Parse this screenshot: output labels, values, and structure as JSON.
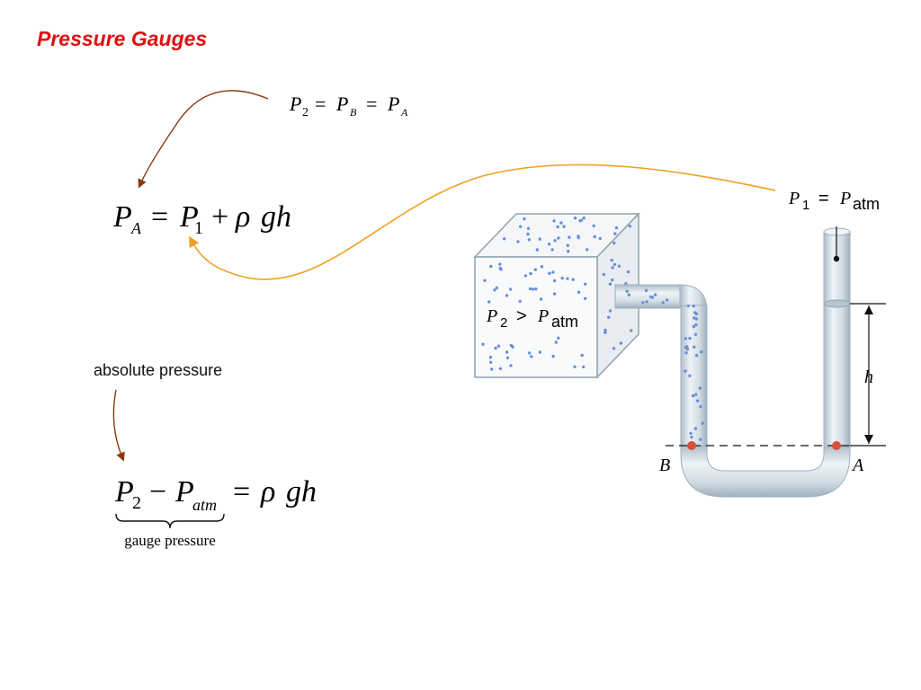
{
  "slide": {
    "title": "Pressure Gauges",
    "absolute_label": "absolute pressure",
    "gauge_label": "gauge pressure"
  },
  "eq_top": {
    "p": "P",
    "sub2": "2",
    "eq": "=",
    "pb": "P",
    "subB": "B",
    "pa": "P",
    "subA": "A"
  },
  "eq_main": {
    "pa": "P",
    "subA": "A",
    "eq": "=",
    "p1": "P",
    "sub1": "1",
    "plus": "+",
    "rho": "ρ",
    "gh": "gh"
  },
  "eq_gauge": {
    "p2": "P",
    "sub2": "2",
    "minus": "−",
    "patm": "P",
    "subatm": "atm",
    "eq": "=",
    "rho": "ρ",
    "gh": "gh"
  },
  "diagram": {
    "p1_label_p": "P",
    "p1_label_sub": "1",
    "p1_label_eq": "=",
    "p1_label_patm": "P",
    "p1_label_atm": "atm",
    "tank_label_p": "P",
    "tank_label_sub": "2",
    "tank_label_gt": ">",
    "tank_label_patm": "P",
    "tank_label_atm": "atm",
    "height_label": "h",
    "point_b": "B",
    "point_a": "A"
  },
  "colors": {
    "title": "#e01010",
    "arrow_brown": "#8b3a0f",
    "arrow_orange": "#f0a020",
    "tube": "#c9d4dc",
    "tank_dots": "#6a8fd8",
    "point": "#d9503a"
  }
}
